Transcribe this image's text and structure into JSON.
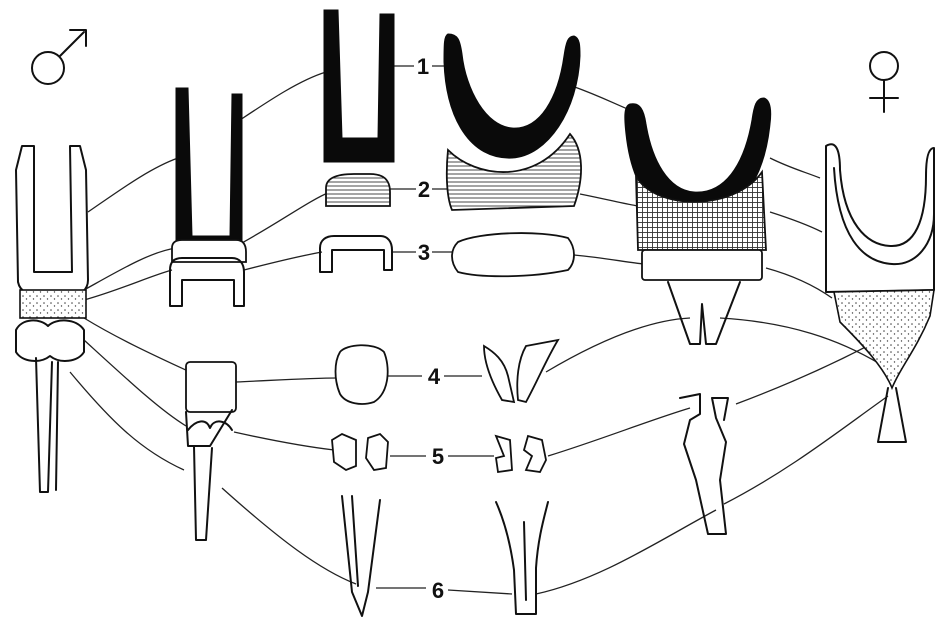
{
  "symbols": {
    "male": "♂",
    "female": "♀"
  },
  "labels": [
    "1",
    "2",
    "3",
    "4",
    "5",
    "6"
  ],
  "colors": {
    "ink": "#111111",
    "paper": "#ffffff"
  }
}
